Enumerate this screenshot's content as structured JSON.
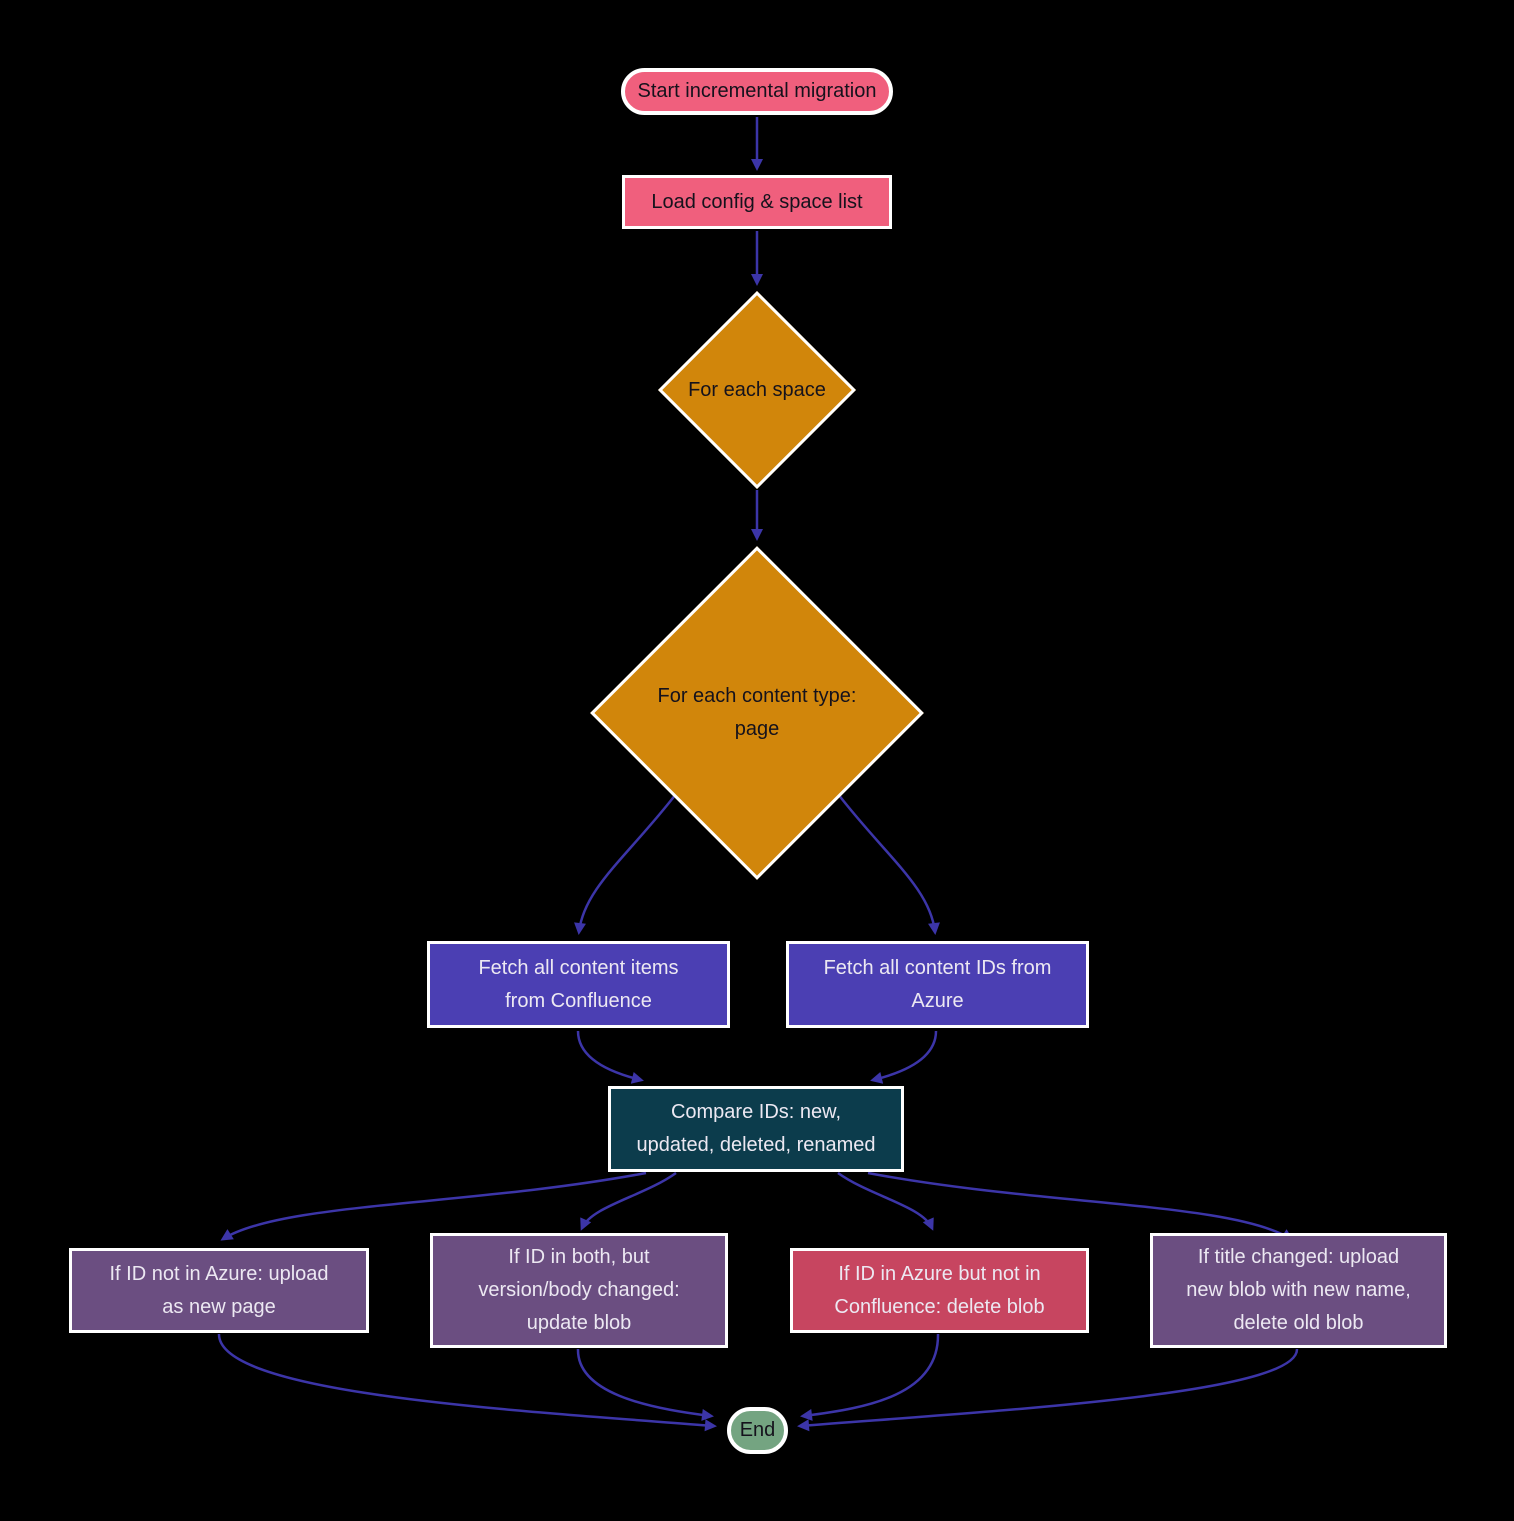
{
  "diagram": {
    "title": "Incremental migration flowchart",
    "colors": {
      "background": "#000000",
      "edge": "#3c35a8",
      "node_border": "#ffffff",
      "pink": "#f05f7d",
      "orange": "#d1860b",
      "indigo": "#4b3fb3",
      "teal": "#0c3c4c",
      "purple": "#6b4e81",
      "crimson": "#c74560",
      "green": "#74a481",
      "dark_text": "#15121c",
      "light_text": "#ece8f2"
    },
    "nodes": {
      "start": {
        "label": "Start incremental migration",
        "shape": "pill",
        "fill": "#f05f7d"
      },
      "load_config": {
        "label": "Load config & space list",
        "shape": "rect",
        "fill": "#f05f7d"
      },
      "for_each_space": {
        "label": "For each space",
        "shape": "diamond",
        "fill": "#d1860b"
      },
      "for_each_content_type": {
        "label": "For each content type:\npage",
        "shape": "diamond",
        "fill": "#d1860b"
      },
      "fetch_confluence": {
        "label": "Fetch all content items\nfrom Confluence",
        "shape": "rect",
        "fill": "#4b3fb3"
      },
      "fetch_azure": {
        "label": "Fetch all content IDs from\nAzure",
        "shape": "rect",
        "fill": "#4b3fb3"
      },
      "compare_ids": {
        "label": "Compare IDs: new,\nupdated, deleted, renamed",
        "shape": "rect",
        "fill": "#0c3c4c"
      },
      "upload_new_page": {
        "label": "If ID not in Azure: upload\nas new page",
        "shape": "rect",
        "fill": "#6b4e81"
      },
      "update_blob": {
        "label": "If ID in both, but\nversion/body changed:\nupdate blob",
        "shape": "rect",
        "fill": "#6b4e81"
      },
      "delete_blob": {
        "label": "If ID in Azure but not in\nConfluence: delete blob",
        "shape": "rect",
        "fill": "#c74560"
      },
      "rename_blob": {
        "label": "If title changed: upload\nnew blob with new name,\ndelete old blob",
        "shape": "rect",
        "fill": "#6b4e81"
      },
      "end": {
        "label": "End",
        "shape": "pill",
        "fill": "#74a481"
      }
    },
    "edges": [
      {
        "from": "start",
        "to": "load_config"
      },
      {
        "from": "load_config",
        "to": "for_each_space"
      },
      {
        "from": "for_each_space",
        "to": "for_each_content_type"
      },
      {
        "from": "for_each_content_type",
        "to": "fetch_confluence"
      },
      {
        "from": "for_each_content_type",
        "to": "fetch_azure"
      },
      {
        "from": "fetch_confluence",
        "to": "compare_ids"
      },
      {
        "from": "fetch_azure",
        "to": "compare_ids"
      },
      {
        "from": "compare_ids",
        "to": "upload_new_page"
      },
      {
        "from": "compare_ids",
        "to": "update_blob"
      },
      {
        "from": "compare_ids",
        "to": "delete_blob"
      },
      {
        "from": "compare_ids",
        "to": "rename_blob"
      },
      {
        "from": "upload_new_page",
        "to": "end"
      },
      {
        "from": "update_blob",
        "to": "end"
      },
      {
        "from": "delete_blob",
        "to": "end"
      },
      {
        "from": "rename_blob",
        "to": "end"
      }
    ]
  }
}
